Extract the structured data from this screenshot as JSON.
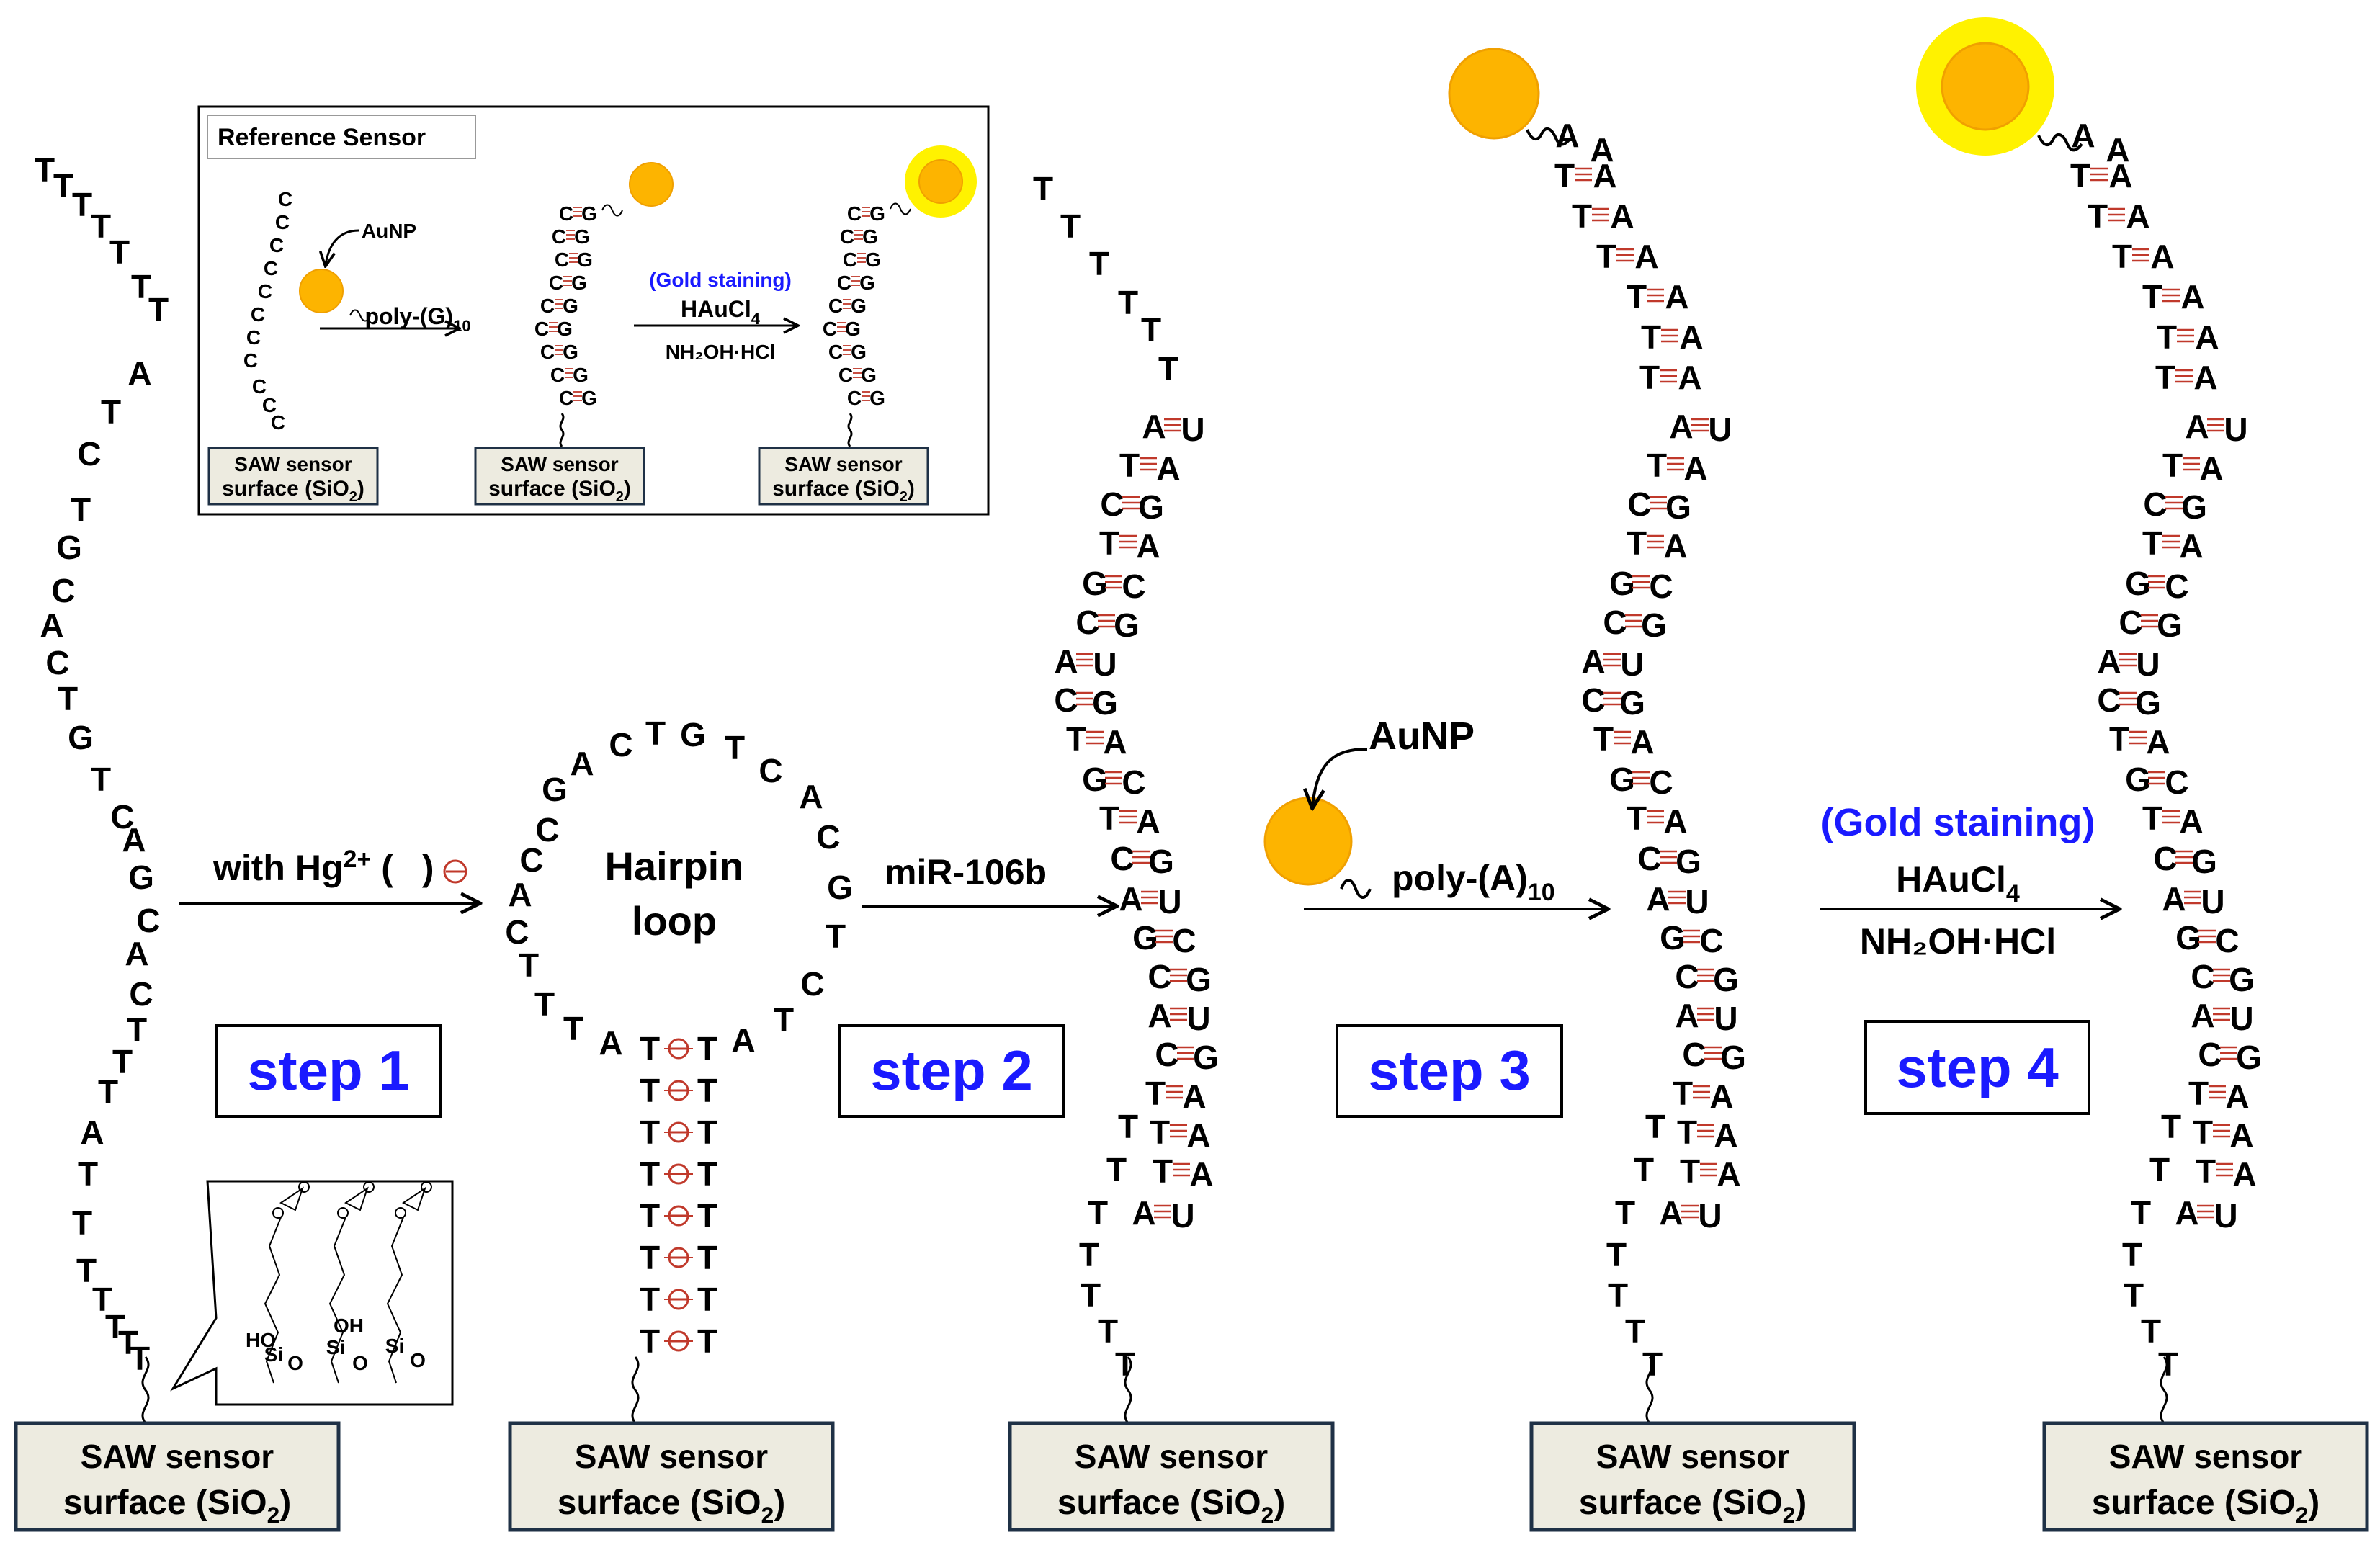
{
  "figure": {
    "surface_line1": "SAW sensor",
    "surface_line2_pre": "surface (SiO",
    "surface_line2_sub": "2",
    "surface_line2_post": ")",
    "nucleotides": [
      "T",
      "A",
      "C",
      "G",
      "U"
    ],
    "hairpin_word": "Hairpin",
    "loop_word": "loop",
    "silane_labels": [
      "HO",
      "OH",
      "Si",
      "O"
    ],
    "colors": {
      "gold_np": "#FDB400",
      "gold_np_edge": "#F0A000",
      "stain_halo": "#FFF200",
      "pair_line": "#C0392B",
      "step_text": "#1A1AFF",
      "surface_fill": "#EDEBE0",
      "surface_border": "#1F3146"
    }
  },
  "steps": [
    {
      "label": "step 1",
      "arrow_text_pre": "with Hg",
      "arrow_text_sup": "2+",
      "arrow_text_post": " (",
      "arrow_text_end": ")"
    },
    {
      "label": "step 2",
      "arrow_text": "miR-106b"
    },
    {
      "label": "step 3",
      "np_label": "AuNP",
      "arrow_text_pre": "poly-(A)",
      "arrow_text_sub": "10"
    },
    {
      "label": "step 4",
      "arrow_text_top": "(Gold staining)",
      "arrow_text_mid_pre": "HAuCl",
      "arrow_text_mid_sub": "4",
      "arrow_text_bottom": "NH₂OH·HCl"
    }
  ],
  "reference": {
    "title": "Reference Sensor",
    "np_label": "AuNP",
    "arrow1_pre": "poly-(G)",
    "arrow1_sub": "10",
    "arrow2_top": "(Gold staining)",
    "arrow2_mid_pre": "HAuCl",
    "arrow2_mid_sub": "4",
    "arrow2_bottom": "NH₂OH·HCl",
    "probe_base": "C",
    "pair_base": "G"
  }
}
